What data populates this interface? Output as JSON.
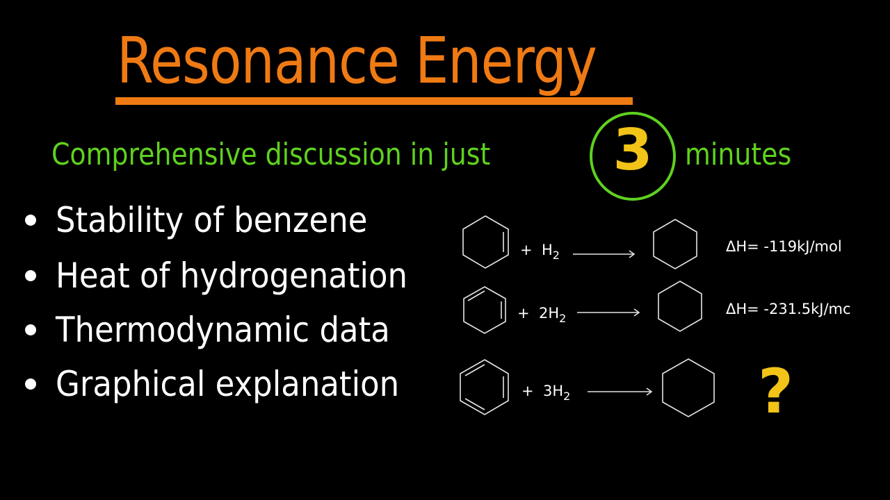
{
  "title": "Resonance Energy",
  "subtitle": {
    "prefix": "Comprehensive discussion in just",
    "number": "3",
    "suffix": "minutes"
  },
  "bullets": [
    {
      "label": "Stability of benzene"
    },
    {
      "label": "Heat of hydrogenation"
    },
    {
      "label": "Thermodynamic data"
    },
    {
      "label": "Graphical explanation"
    }
  ],
  "reactions": [
    {
      "reactant": "cyclohexene-icon",
      "plus": "+",
      "coeff": "",
      "reagent": "H",
      "reagent_sub": "2",
      "product": "cyclohexane-icon",
      "delta_h": "ΔH= -119kJ/mol"
    },
    {
      "reactant": "cyclohexadiene-icon",
      "plus": "+",
      "coeff": "2",
      "reagent": "H",
      "reagent_sub": "2",
      "product": "cyclohexane-icon",
      "delta_h": "ΔH= -231.5kJ/mc"
    },
    {
      "reactant": "benzene-icon",
      "plus": "+",
      "coeff": "3",
      "reagent": "H",
      "reagent_sub": "2",
      "product": "cyclohexane-icon",
      "delta_h": "?"
    }
  ],
  "colors": {
    "background": "#000000",
    "title": "#ef7a14",
    "subtitle": "#5fd11f",
    "highlight": "#f2c418",
    "text": "#ffffff"
  }
}
